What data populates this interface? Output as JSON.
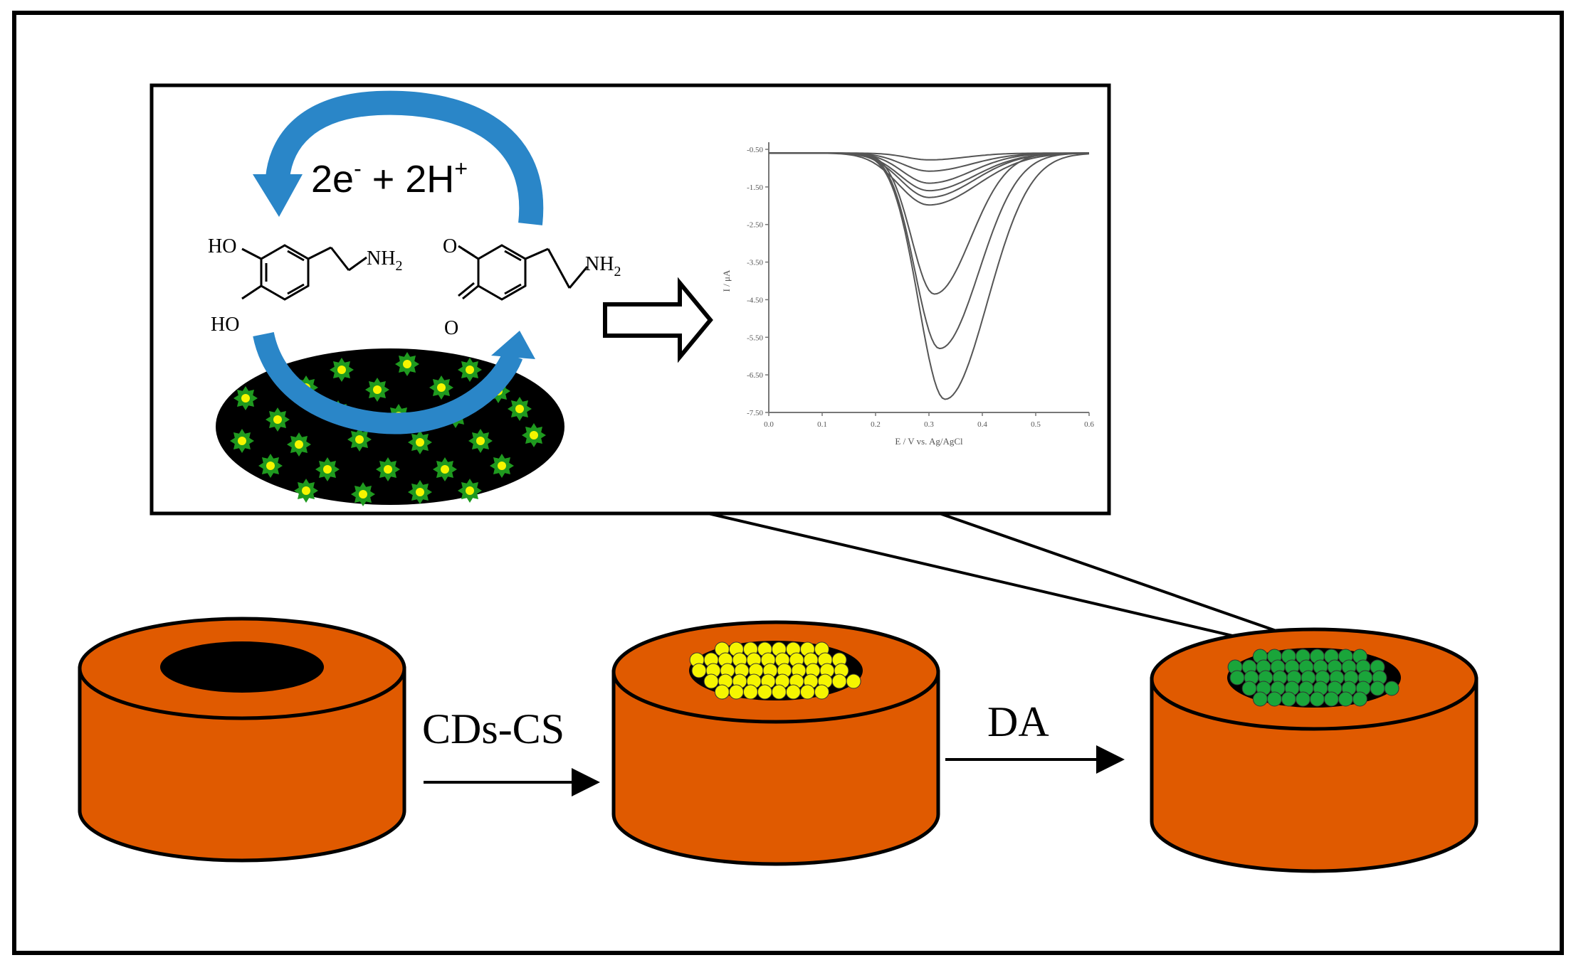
{
  "colors": {
    "frame": "#000000",
    "electrode_body": "#e05a00",
    "electrode_outline": "#000000",
    "cavity_bare": "#000000",
    "cds_particles": "#f5f500",
    "da_particles": "#1aa53a",
    "star_outer": "#1f9a1f",
    "star_center": "#f5f500",
    "redox_arrow": "#2a86c8",
    "curve": "#555555"
  },
  "icons": {
    "redox_arrow": "curved-arrow-icon",
    "process_arrow": "hollow-arrow-icon",
    "step_arrow": "arrow-right-icon"
  },
  "inset": {
    "reaction_label": {
      "base1": "2e",
      "sup1": "-",
      "mid": " + 2H",
      "sup2": "+"
    },
    "dopamine_labels": {
      "top_oh": "HO",
      "bottom_oh": "HO",
      "amine_base": "NH",
      "amine_sub": "2"
    },
    "quinone_labels": {
      "top_o": "O",
      "bottom_o": "O",
      "amine_base": "NH",
      "amine_sub": "2"
    }
  },
  "chart_data": {
    "type": "line",
    "ylabel": "I / μA",
    "xlabel": "E / V vs. Ag/AgCl",
    "xlim": [
      0.0,
      0.6
    ],
    "ylim": [
      -7.5,
      -0.5
    ],
    "xticks": [
      "0.0",
      "0.1",
      "0.2",
      "0.3",
      "0.4",
      "0.5",
      "0.6"
    ],
    "yticks": [
      "-0.50",
      "-1.50",
      "-2.50",
      "-3.50",
      "-4.50",
      "-5.50",
      "-6.50",
      "-7.50"
    ],
    "series_peaks": [
      {
        "peak_x": 0.3,
        "peak_y": -0.78,
        "width": 0.06
      },
      {
        "peak_x": 0.3,
        "peak_y": -1.08,
        "width": 0.07
      },
      {
        "peak_x": 0.3,
        "peak_y": -1.4,
        "width": 0.07
      },
      {
        "peak_x": 0.3,
        "peak_y": -1.6,
        "width": 0.075
      },
      {
        "peak_x": 0.3,
        "peak_y": -1.78,
        "width": 0.075
      },
      {
        "peak_x": 0.3,
        "peak_y": -1.98,
        "width": 0.08
      },
      {
        "peak_x": 0.31,
        "peak_y": -4.35,
        "width": 0.06
      },
      {
        "peak_x": 0.32,
        "peak_y": -5.8,
        "width": 0.065
      },
      {
        "peak_x": 0.33,
        "peak_y": -7.15,
        "width": 0.07
      }
    ]
  },
  "steps": {
    "step1_label": "CDs-CS",
    "step2_label": "DA"
  }
}
